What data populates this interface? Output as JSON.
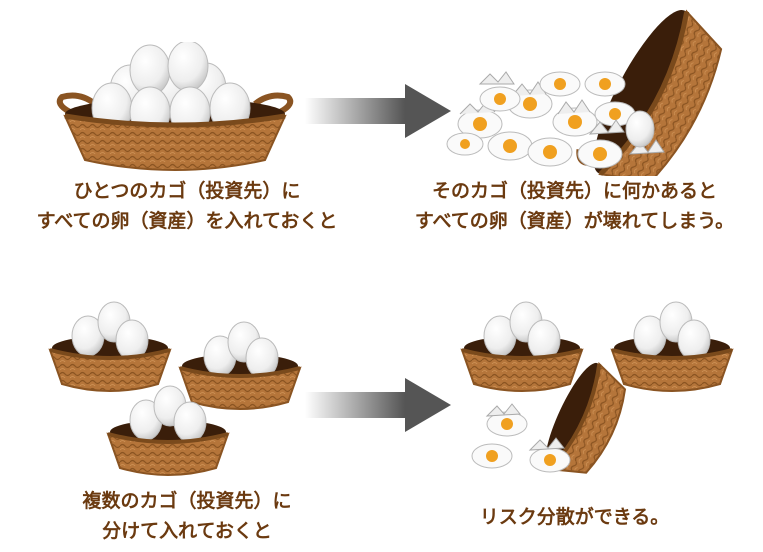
{
  "colors": {
    "caption": "#6b3a10",
    "basket": "#b5753a",
    "basket_dark": "#8a5422",
    "basket_inner": "#3a1e0a",
    "egg": "#f4f4f4",
    "yolk": "#f0a020",
    "arrow": "#555555"
  },
  "icons": [
    "basket-icon",
    "egg-icon",
    "broken-egg-icon",
    "arrow-right-icon"
  ],
  "row1": {
    "left_caption": [
      "ひとつのカゴ（投資先）に",
      "すべての卵（資産）を入れておくと"
    ],
    "right_caption": [
      "そのカゴ（投資先）に何かあると",
      "すべての卵（資産）が壊れてしまう。"
    ]
  },
  "row2": {
    "left_caption": [
      "複数のカゴ（投資先）に",
      "分けて入れておくと"
    ],
    "right_caption": [
      "リスク分散ができる。"
    ]
  }
}
